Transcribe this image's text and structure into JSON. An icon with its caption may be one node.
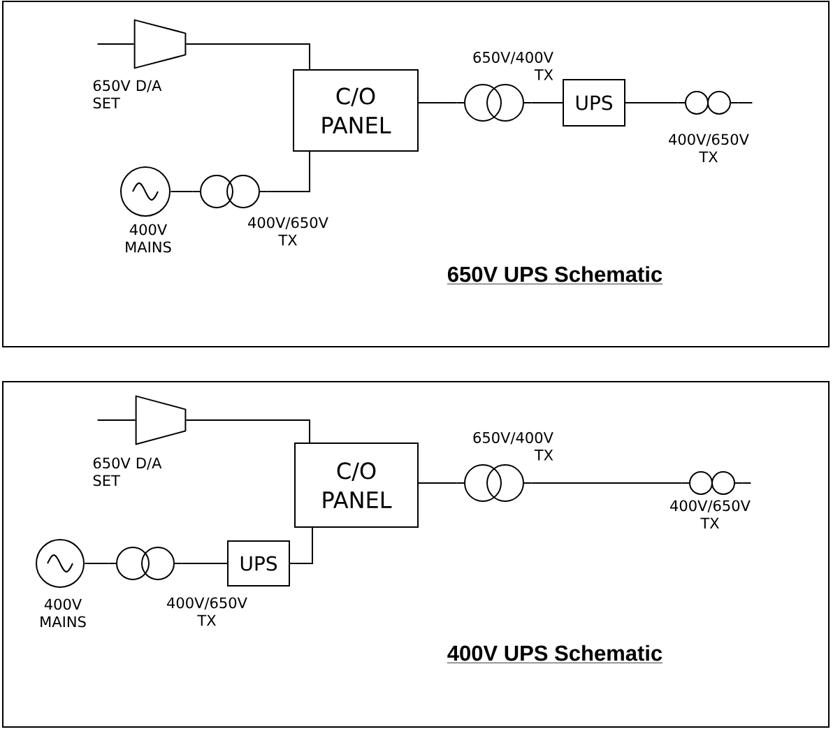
{
  "diagram": {
    "nodes": [
      {
        "text": [
          "650V UPS Schematic"
        ]
      },
      {
        "text": [],
        "shape": "trapezoid",
        "beside": [
          "650V D/A SET"
        ],
        "in": 0
      },
      {
        "text": [
          "C/O PANEL"
        ],
        "in": 0
      },
      {
        "text": [],
        "shape": "circle",
        "beside": [
          "400V MAINS"
        ],
        "in": 0
      },
      {
        "text": [],
        "shape": "transformer",
        "beside": [
          "400V/650V TX"
        ],
        "in": 0
      },
      {
        "text": [],
        "shape": "transformer",
        "beside": [
          "650V/400V TX"
        ],
        "in": 0
      },
      {
        "text": [
          "UPS"
        ],
        "in": 0
      },
      {
        "text": [],
        "shape": "transformer",
        "beside": [
          "400V/650V TX"
        ],
        "in": 0
      },
      {
        "text": [
          "400V UPS Schematic"
        ]
      },
      {
        "text": [],
        "shape": "trapezoid",
        "beside": [
          "650V D/A SET"
        ],
        "in": 8
      },
      {
        "text": [
          "C/O PANEL"
        ],
        "in": 8
      },
      {
        "text": [],
        "shape": "circle",
        "beside": [
          "400V MAINS"
        ],
        "in": 8
      },
      {
        "text": [],
        "shape": "transformer",
        "beside": [
          "400V/650V TX"
        ],
        "in": 8
      },
      {
        "text": [
          "UPS"
        ],
        "in": 8
      },
      {
        "text": [],
        "shape": "transformer",
        "beside": [
          "650V/400V TX"
        ],
        "in": 8
      },
      {
        "text": [],
        "shape": "transformer",
        "beside": [
          "400V/650V TX"
        ],
        "in": 8
      }
    ],
    "edges": [
      {
        "from": null,
        "to": 1,
        "arrow": "none"
      },
      {
        "from": 1,
        "to": 2,
        "arrow": "none"
      },
      {
        "from": 3,
        "to": 4,
        "arrow": "none"
      },
      {
        "from": 4,
        "to": 2,
        "arrow": "none"
      },
      {
        "from": 2,
        "to": 5,
        "arrow": "none"
      },
      {
        "from": 5,
        "to": 6,
        "arrow": "none"
      },
      {
        "from": 6,
        "to": 7,
        "arrow": "none"
      },
      {
        "from": 7,
        "to": null,
        "arrow": "none"
      },
      {
        "from": null,
        "to": 9,
        "arrow": "none"
      },
      {
        "from": 9,
        "to": 10,
        "arrow": "none"
      },
      {
        "from": 11,
        "to": 12,
        "arrow": "none"
      },
      {
        "from": 12,
        "to": 13,
        "arrow": "none"
      },
      {
        "from": 13,
        "to": 10,
        "arrow": "none"
      },
      {
        "from": 10,
        "to": 14,
        "arrow": "none"
      },
      {
        "from": 14,
        "to": 15,
        "arrow": "none"
      },
      {
        "from": 15,
        "to": null,
        "arrow": "none"
      }
    ]
  }
}
